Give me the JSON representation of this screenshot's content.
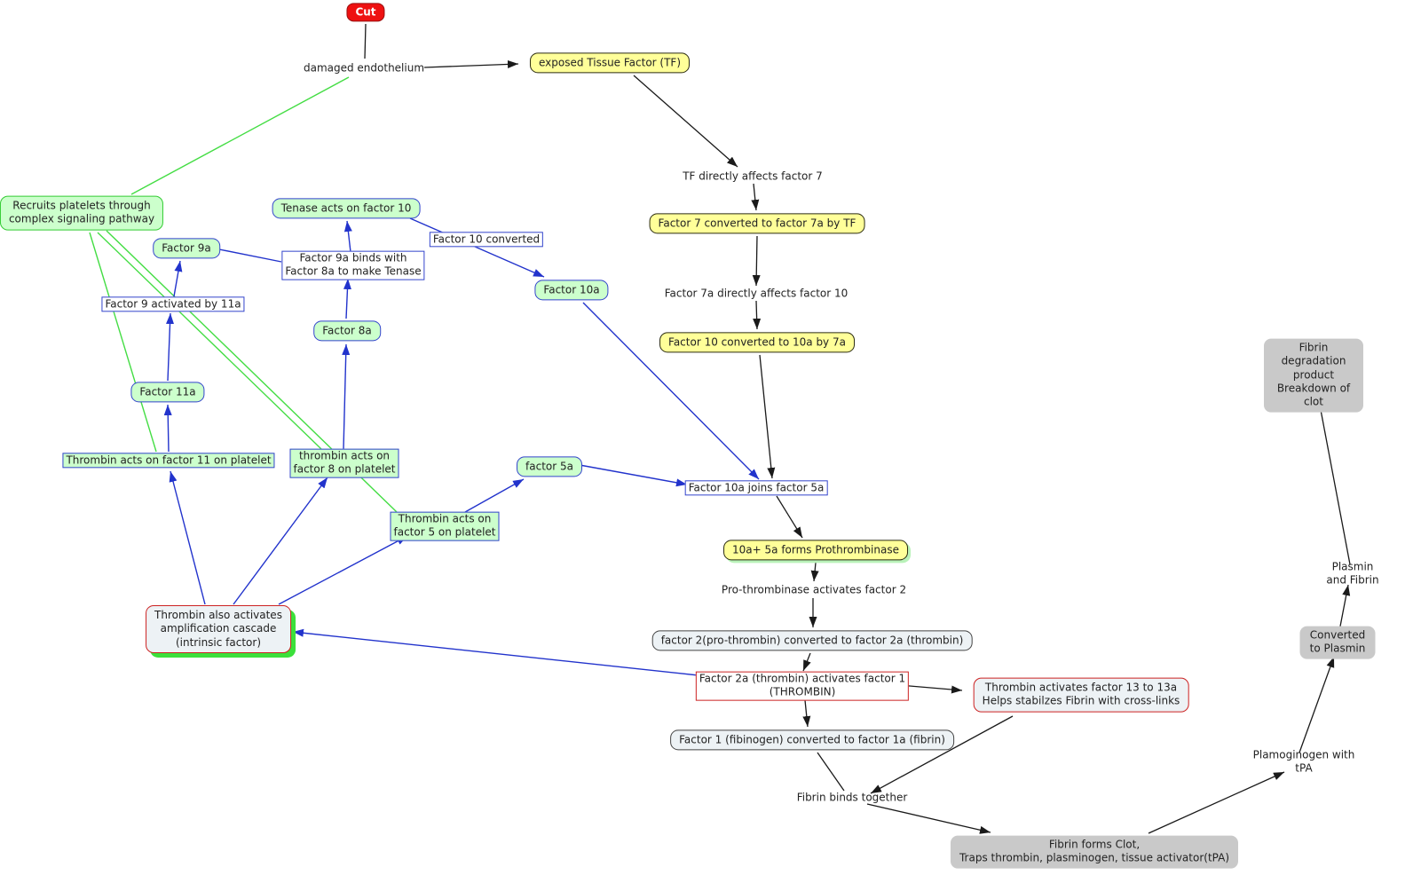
{
  "nodes": {
    "cut": "Cut",
    "damaged_endothelium": "damaged endothelium",
    "exposed_tf": "exposed Tissue Factor (TF)",
    "tf_affects_7": "TF directly affects factor 7",
    "f7_converted": "Factor 7 converted to factor 7a by TF",
    "f7a_affects_10": "Factor 7a directly affects factor 10",
    "f10_converted_by_7a": "Factor 10 converted to 10a by 7a",
    "recruits": "Recruits platelets through\ncomplex signaling pathway",
    "tenase": "Tenase acts on factor 10",
    "factor_9a": "Factor 9a",
    "binds_label": "Factor 9a binds with\nFactor 8a to make Tenase",
    "f10_converted_label": "Factor 10 converted",
    "factor_10a": "Factor 10a",
    "f9_activated_label": "Factor 9 activated by 11a",
    "factor_8a": "Factor 8a",
    "factor_11a": "Factor 11a",
    "thrombin_f11": "Thrombin acts on factor 11 on platelet",
    "thrombin_f8": "thrombin acts on\nfactor 8 on platelet",
    "factor_5a": "factor 5a",
    "joins_label": "Factor 10a joins factor 5a",
    "thrombin_f5": "Thrombin acts on\nfactor 5 on platelet",
    "prothrombinase": "10a+ 5a forms Prothrombinase",
    "prothrombinase_activates": "Pro-thrombinase activates factor 2",
    "factor2_box": "factor 2(pro-thrombin) converted to factor 2a (thrombin)",
    "factor2a_box": "Factor 2a (thrombin) activates factor 1\n(THROMBIN)",
    "thrombin_13": "Thrombin activates factor 13 to 13a\nHelps stabilzes Fibrin with cross-links",
    "factor1_box": "Factor 1 (fibinogen) converted to factor 1a (fibrin)",
    "fibrin_binds": "Fibrin binds together",
    "fibrin_clot": "Fibrin forms Clot,\nTraps thrombin, plasminogen, tissue activator(tPA)",
    "thrombin_also": "Thrombin also activates\namplification cascade\n(intrinsic factor)",
    "fibrin_degradation": "Fibrin degradation product\nBreakdown of clot",
    "plasmin_fibrin": "Plasmin and Fibrin",
    "converted_plasmin": "Converted to Plasmin",
    "plasminogen_tpa": "Plamoginogen with tPA"
  },
  "colors": {
    "node_green_fill": "#ccffcc",
    "node_blue_border": "#3344cc",
    "node_green_border": "#33cc33",
    "node_yellow_fill": "#ffff99",
    "node_gray_fill": "#c9c9c9",
    "node_light_fill": "#edf2f5",
    "red_border": "#cc2222",
    "cut_fill": "#ee1111",
    "line_black": "#1a1a1a",
    "line_blue": "#2233cc",
    "line_green": "#44dd44",
    "shadow_green": "#3be03b"
  },
  "edges": [
    {
      "from": "cut",
      "to": "damaged_endothelium",
      "color": "black"
    },
    {
      "from": "damaged_endothelium",
      "to": "exposed_tf",
      "color": "black"
    },
    {
      "from": "exposed_tf",
      "to": "tf_affects_7",
      "color": "black"
    },
    {
      "from": "tf_affects_7",
      "to": "f7_converted",
      "color": "black"
    },
    {
      "from": "f7_converted",
      "to": "f7a_affects_10",
      "color": "black"
    },
    {
      "from": "f7a_affects_10",
      "to": "f10_converted_by_7a",
      "color": "black"
    },
    {
      "from": "f10_converted_by_7a",
      "to": "joins_label",
      "color": "black"
    },
    {
      "from": "joins_label",
      "to": "prothrombinase",
      "color": "black"
    },
    {
      "from": "prothrombinase",
      "to": "prothrombinase_activates",
      "color": "black"
    },
    {
      "from": "prothrombinase_activates",
      "to": "factor2_box",
      "color": "black"
    },
    {
      "from": "factor2_box",
      "to": "factor2a_box",
      "color": "black"
    },
    {
      "from": "factor2a_box",
      "to": "thrombin_13",
      "color": "black"
    },
    {
      "from": "factor2a_box",
      "to": "factor1_box",
      "color": "black"
    },
    {
      "from": "factor1_box",
      "to": "fibrin_binds",
      "color": "black"
    },
    {
      "from": "thrombin_13",
      "to": "fibrin_binds",
      "color": "black"
    },
    {
      "from": "fibrin_binds",
      "to": "fibrin_clot",
      "color": "black"
    },
    {
      "from": "fibrin_clot",
      "to": "plasminogen_tpa",
      "color": "black"
    },
    {
      "from": "plasminogen_tpa",
      "to": "converted_plasmin",
      "color": "black"
    },
    {
      "from": "converted_plasmin",
      "to": "plasmin_fibrin",
      "color": "black"
    },
    {
      "from": "plasmin_fibrin",
      "to": "fibrin_degradation",
      "color": "black"
    },
    {
      "from": "damaged_endothelium",
      "to": "recruits",
      "color": "green"
    },
    {
      "from": "recruits",
      "to": "thrombin_f11",
      "color": "green"
    },
    {
      "from": "recruits",
      "to": "thrombin_f8",
      "color": "green"
    },
    {
      "from": "recruits",
      "to": "thrombin_f5",
      "color": "green"
    },
    {
      "from": "thrombin_f11",
      "to": "factor_11a",
      "color": "blue"
    },
    {
      "from": "factor_11a",
      "to": "f9_activated_label",
      "color": "blue"
    },
    {
      "from": "f9_activated_label",
      "to": "factor_9a",
      "color": "blue"
    },
    {
      "from": "thrombin_f8",
      "to": "factor_8a",
      "color": "blue"
    },
    {
      "from": "factor_8a",
      "to": "binds_label",
      "color": "blue"
    },
    {
      "from": "factor_9a",
      "to": "binds_label",
      "color": "blue"
    },
    {
      "from": "binds_label",
      "to": "tenase",
      "color": "blue"
    },
    {
      "from": "tenase",
      "to": "factor_10a",
      "color": "blue",
      "via": "f10_converted_label"
    },
    {
      "from": "factor_10a",
      "to": "joins_label",
      "color": "blue"
    },
    {
      "from": "thrombin_f5",
      "to": "factor_5a",
      "color": "blue"
    },
    {
      "from": "factor_5a",
      "to": "joins_label",
      "color": "blue"
    },
    {
      "from": "thrombin_also",
      "to": "thrombin_f11",
      "color": "blue"
    },
    {
      "from": "thrombin_also",
      "to": "thrombin_f8",
      "color": "blue"
    },
    {
      "from": "thrombin_also",
      "to": "thrombin_f5",
      "color": "blue"
    },
    {
      "from": "factor2a_box",
      "to": "thrombin_also",
      "color": "blue"
    }
  ]
}
